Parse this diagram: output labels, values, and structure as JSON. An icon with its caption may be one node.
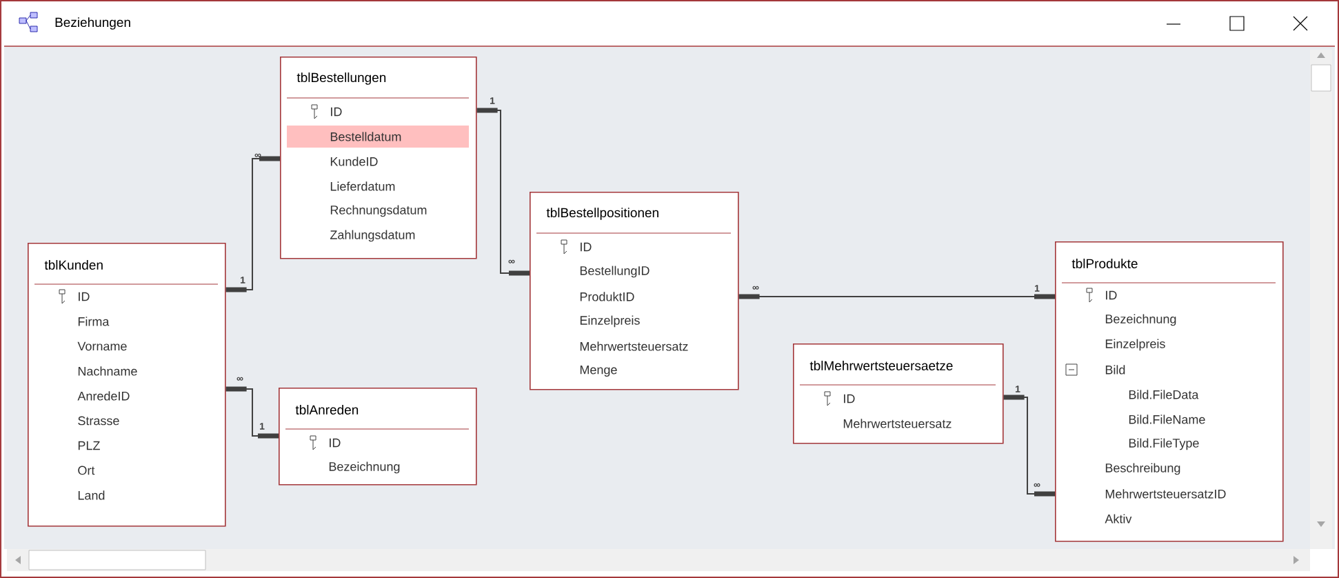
{
  "diagram": {
    "title": "Beziehungen",
    "nodes": [
      {
        "text": [
          "tblKunden",
          "ID",
          "Firma",
          "Vorname",
          "Nachname",
          "AnredeID",
          "Strasse",
          "PLZ",
          "Ort",
          "Land"
        ]
      },
      {
        "text": [
          "tblBestellungen",
          "ID",
          "Bestelldatum",
          "KundeID",
          "Lieferdatum",
          "Rechnungsdatum",
          "Zahlungsdatum"
        ]
      },
      {
        "text": [
          "tblAnreden",
          "ID",
          "Bezeichnung"
        ]
      },
      {
        "text": [
          "tblBestellpositionen",
          "ID",
          "BestellungID",
          "ProduktID",
          "Einzelpreis",
          "Mehrwertsteuersatz",
          "Menge"
        ]
      },
      {
        "text": [
          "tblMehrwertsteuersaetze",
          "ID",
          "Mehrwertsteuersatz"
        ]
      },
      {
        "text": [
          "tblProdukte",
          "ID",
          "Bezeichnung",
          "Einzelpreis",
          "Bild",
          "Bild.FileData",
          "Bild.FileName",
          "Bild.FileType",
          "Beschreibung",
          "MehrwertsteuersatzID",
          "Aktiv"
        ]
      }
    ],
    "edges": [
      {
        "from": 0,
        "to": 1,
        "arrow": "other"
      },
      {
        "from": 2,
        "to": 0,
        "arrow": "other"
      },
      {
        "from": 1,
        "to": 3,
        "arrow": "other"
      },
      {
        "from": 5,
        "to": 3,
        "arrow": "other"
      },
      {
        "from": 4,
        "to": 5,
        "arrow": "other"
      }
    ],
    "labels": [
      "1",
      "∞",
      "∞",
      "∞",
      "1",
      "1",
      "∞",
      "1",
      "1",
      "∞"
    ]
  }
}
